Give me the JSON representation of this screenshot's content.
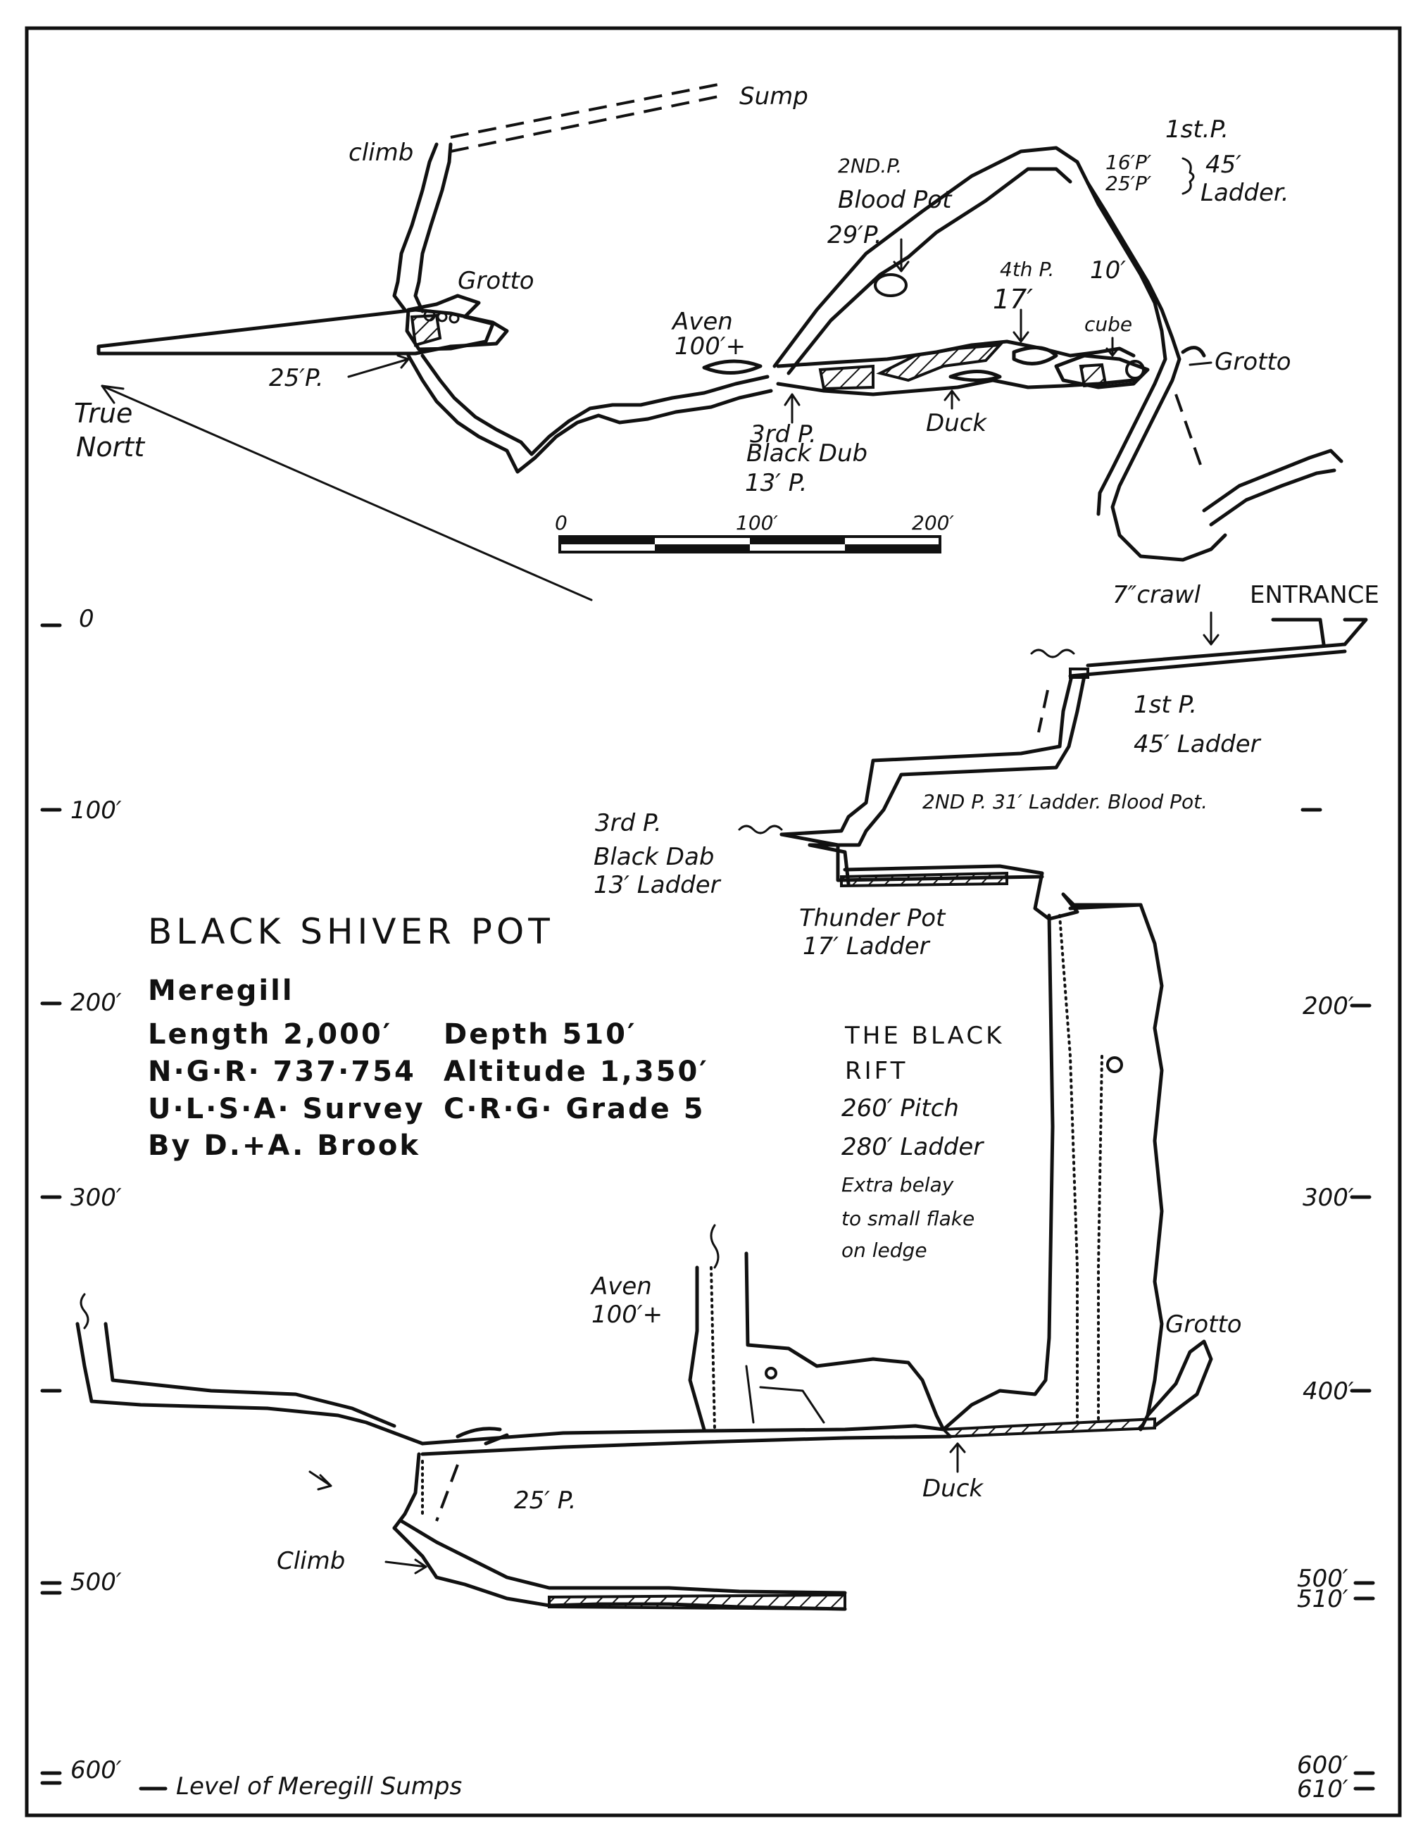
{
  "title": "BLACK SHIVER POT",
  "subtitle": "Meregill",
  "info": {
    "length": "Length  2,000′",
    "depth": "Depth       510′",
    "ngr": "N·G·R·  737·754",
    "altitude": "Altitude 1,350′",
    "survey": "U·L·S·A· Survey",
    "grade": "C·R·G· Grade 5",
    "authors": "By D.+A. Brook"
  },
  "plan": {
    "sump": "Sump",
    "climb": "climb",
    "grotto_west": "Grotto",
    "pitch_25": "25′P.",
    "true_north_1": "True",
    "true_north_2": "Nortt",
    "aven_1": "Aven",
    "aven_2": "100′+",
    "p2_1": "2ND.P.",
    "p2_2": "Blood Pot",
    "p2_3": "29′P.",
    "p1_1": "1st.P.",
    "p1_2": "16′P′",
    "p1_3": "25′P′",
    "p1_4": "45′",
    "p1_5": "Ladder.",
    "p4_1": "4th P.",
    "p4_2": "17′",
    "cube_1": "10′",
    "cube_2": "cube",
    "grotto_east": "Grotto",
    "duck": "Duck",
    "p3_1": "3rd P.",
    "p3_2": "Black Dub",
    "p3_3": "13′ P."
  },
  "scale_bar": {
    "tick_0": "0",
    "tick_100": "100′",
    "tick_200": "200′",
    "values": [
      0,
      100,
      200
    ],
    "unit": "feet"
  },
  "section": {
    "crawl": "7″crawl",
    "entrance": "ENTRANCE",
    "p1_1": "1st P.",
    "p1_2": "45′ Ladder",
    "p2": "2ND P. 31′ Ladder. Blood Pot.",
    "p3_1": "3rd P.",
    "p3_2": "Black Dab",
    "p3_3": "13′ Ladder",
    "thunder_1": "Thunder Pot",
    "thunder_2": "17′ Ladder",
    "rift_1": "THE BLACK",
    "rift_2": "RIFT",
    "rift_3": "260′ Pitch",
    "rift_4": "280′ Ladder",
    "rift_5": "Extra belay",
    "rift_6": "to small flake",
    "rift_7": "on ledge",
    "aven_1": "Aven",
    "aven_2": "100′+",
    "grotto": "Grotto",
    "duck": "Duck",
    "pitch_25": "25′ P.",
    "climb": "Climb",
    "sumps": "Level of Meregill Sumps"
  },
  "depth_scale_left": [
    "0",
    "100′",
    "200′",
    "300′",
    "500′",
    "600′"
  ],
  "depth_scale_right": [
    "200′",
    "300′",
    "400′",
    "500′",
    "510′",
    "600′",
    "610′"
  ]
}
